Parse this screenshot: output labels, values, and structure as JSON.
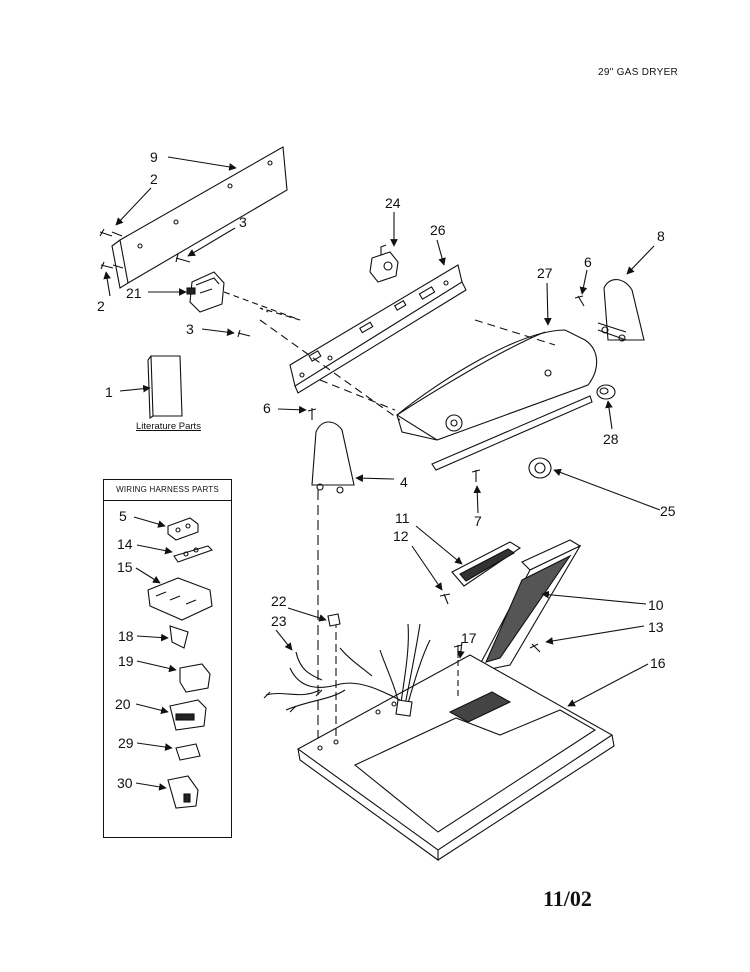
{
  "header": {
    "title": "29\" GAS DRYER"
  },
  "footer": {
    "date": "11/02"
  },
  "literature": {
    "label": "Literature Parts"
  },
  "harness": {
    "title": "WIRING HARNESS PARTS"
  },
  "callouts": {
    "c1": "1",
    "c2a": "2",
    "c2b": "2",
    "c3a": "3",
    "c3b": "3",
    "c4": "4",
    "c5": "5",
    "c6a": "6",
    "c6b": "6",
    "c7": "7",
    "c8": "8",
    "c9": "9",
    "c10": "10",
    "c11": "11",
    "c12": "12",
    "c13": "13",
    "c14": "14",
    "c15": "15",
    "c16": "16",
    "c17": "17",
    "c18": "18",
    "c19": "19",
    "c20": "20",
    "c21": "21",
    "c22": "22",
    "c23": "23",
    "c24": "24",
    "c25": "25",
    "c26": "26",
    "c27": "27",
    "c28": "28",
    "c29": "29",
    "c30": "30"
  }
}
